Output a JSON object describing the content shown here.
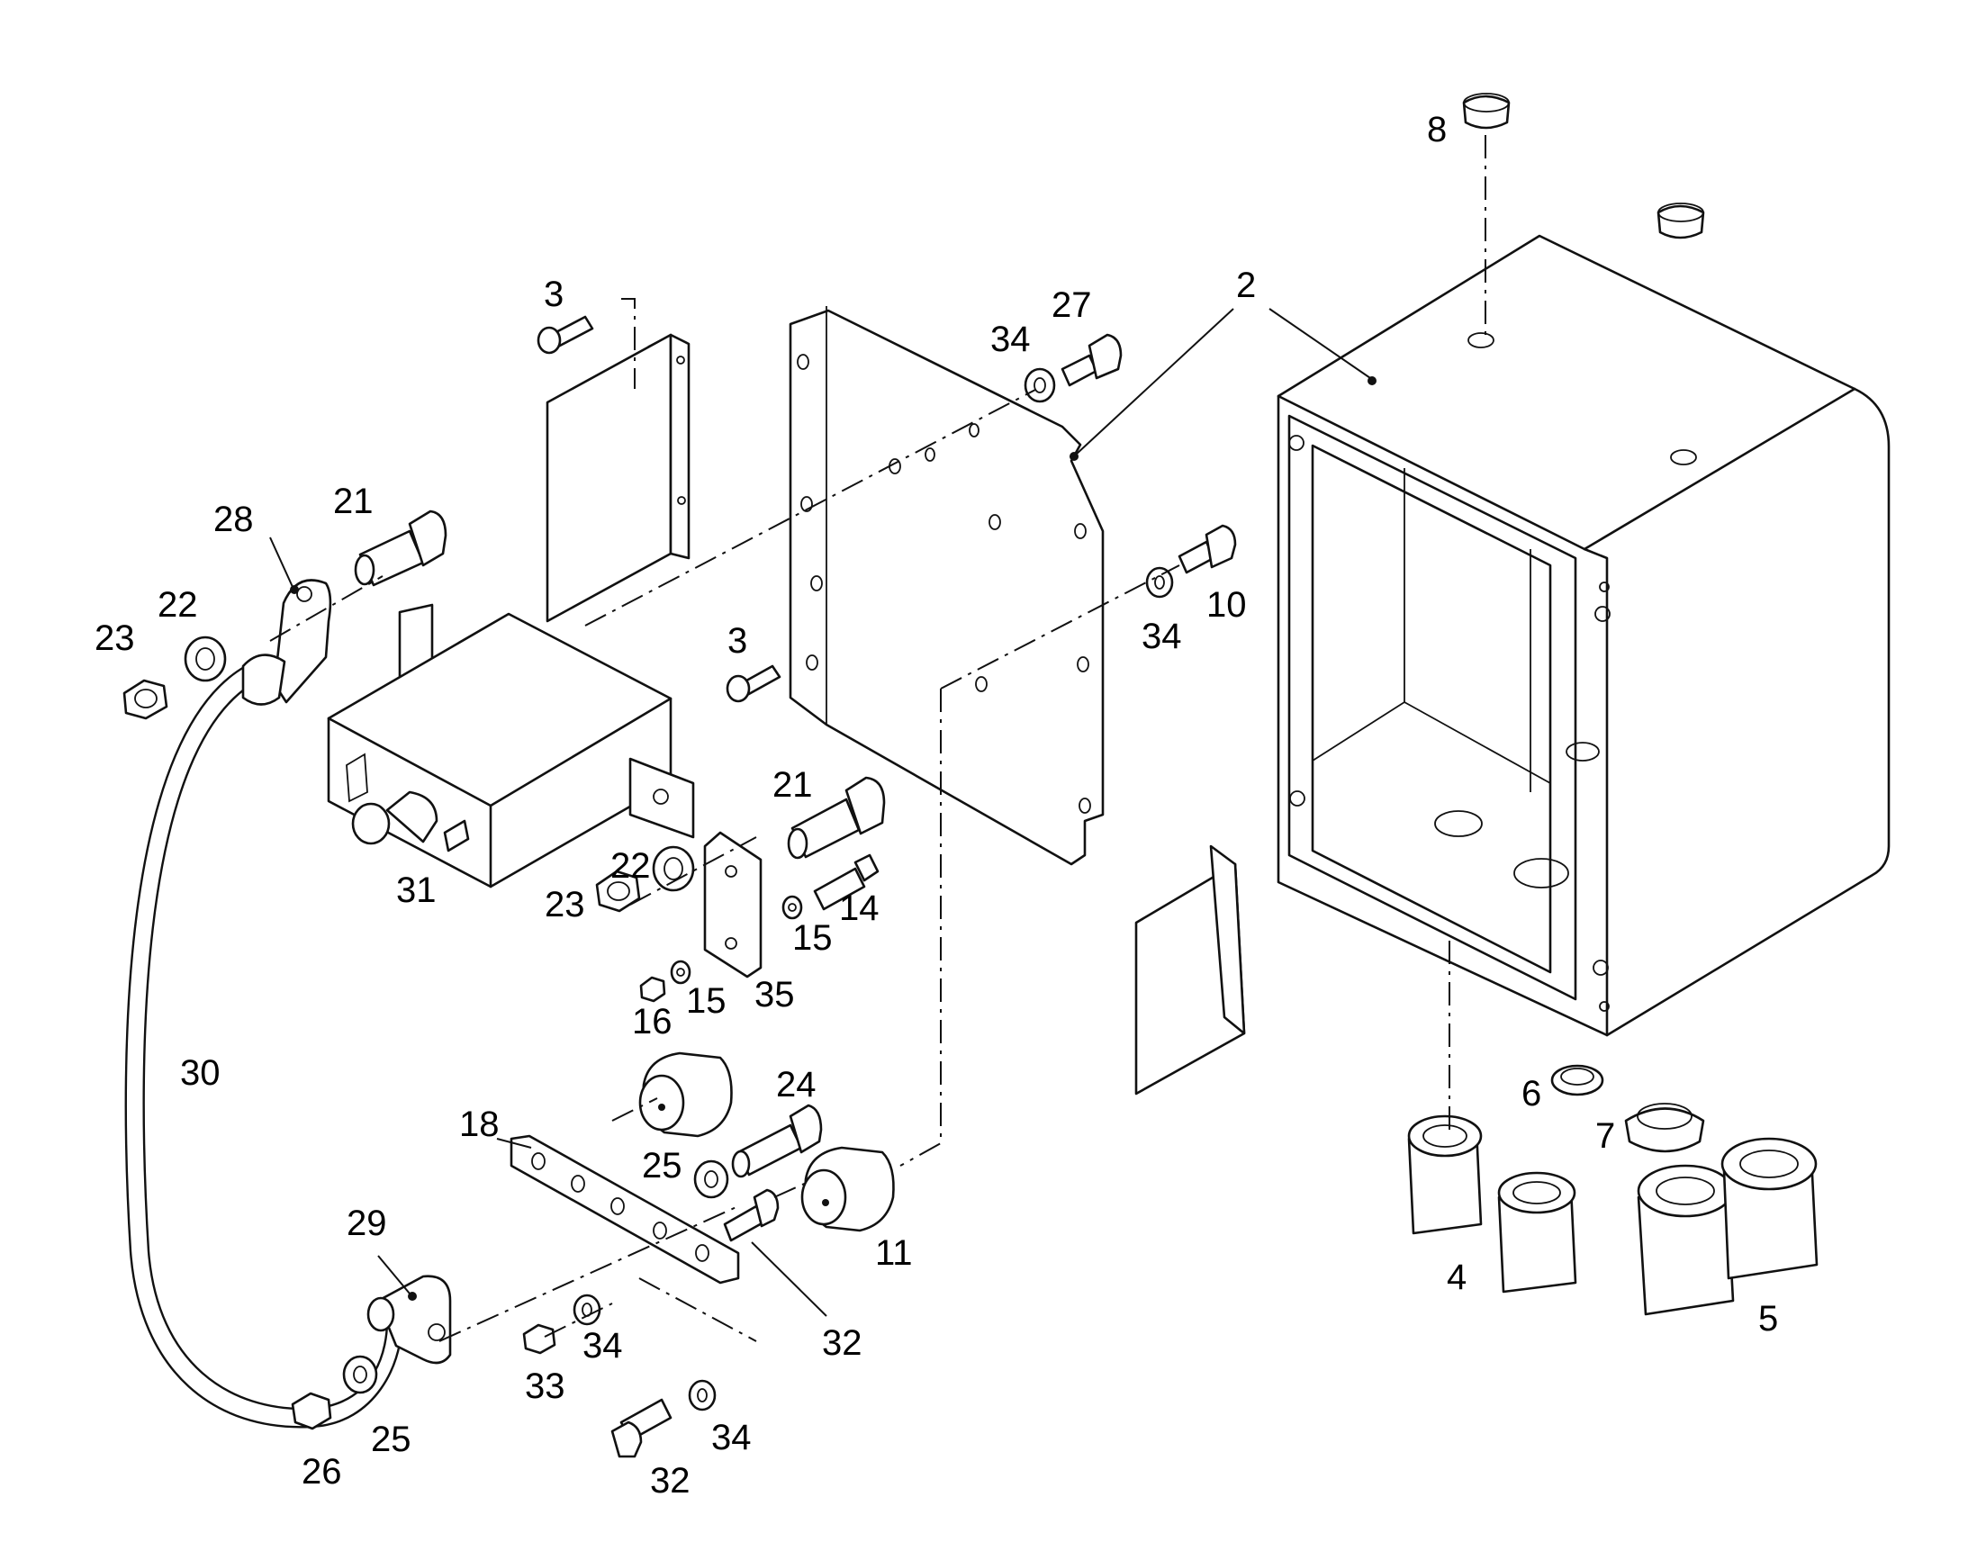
{
  "diagram": {
    "callouts": [
      {
        "id": "c2",
        "text": "2"
      },
      {
        "id": "c3a",
        "text": "3"
      },
      {
        "id": "c3b",
        "text": "3"
      },
      {
        "id": "c4",
        "text": "4"
      },
      {
        "id": "c5",
        "text": "5"
      },
      {
        "id": "c6",
        "text": "6"
      },
      {
        "id": "c7",
        "text": "7"
      },
      {
        "id": "c8",
        "text": "8"
      },
      {
        "id": "c10",
        "text": "10"
      },
      {
        "id": "c11",
        "text": "11"
      },
      {
        "id": "c14",
        "text": "14"
      },
      {
        "id": "c15a",
        "text": "15"
      },
      {
        "id": "c15b",
        "text": "15"
      },
      {
        "id": "c16",
        "text": "16"
      },
      {
        "id": "c18",
        "text": "18"
      },
      {
        "id": "c21a",
        "text": "21"
      },
      {
        "id": "c21b",
        "text": "21"
      },
      {
        "id": "c22a",
        "text": "22"
      },
      {
        "id": "c22b",
        "text": "22"
      },
      {
        "id": "c23a",
        "text": "23"
      },
      {
        "id": "c23b",
        "text": "23"
      },
      {
        "id": "c24",
        "text": "24"
      },
      {
        "id": "c25a",
        "text": "25"
      },
      {
        "id": "c25b",
        "text": "25"
      },
      {
        "id": "c26",
        "text": "26"
      },
      {
        "id": "c27",
        "text": "27"
      },
      {
        "id": "c28",
        "text": "28"
      },
      {
        "id": "c29",
        "text": "29"
      },
      {
        "id": "c30",
        "text": "30"
      },
      {
        "id": "c31",
        "text": "31"
      },
      {
        "id": "c32a",
        "text": "32"
      },
      {
        "id": "c32b",
        "text": "32"
      },
      {
        "id": "c33",
        "text": "33"
      },
      {
        "id": "c34a",
        "text": "34"
      },
      {
        "id": "c34b",
        "text": "34"
      },
      {
        "id": "c34c",
        "text": "34"
      },
      {
        "id": "c34d",
        "text": "34"
      },
      {
        "id": "c35",
        "text": "35"
      }
    ]
  }
}
